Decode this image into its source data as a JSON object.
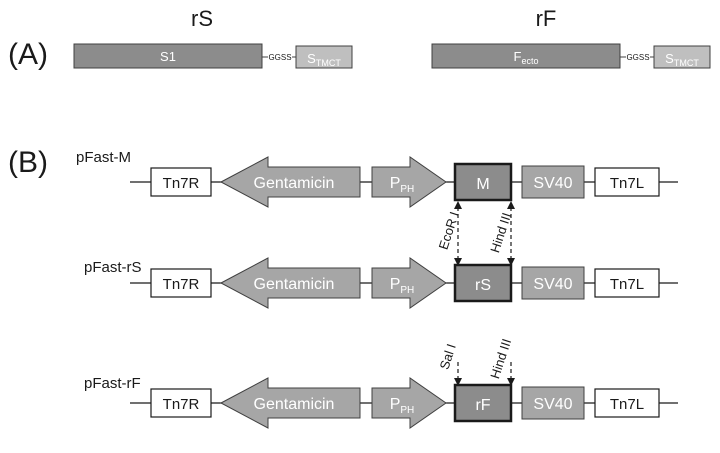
{
  "panel_a": {
    "label": "(A)",
    "rs": {
      "title": "rS",
      "domain_main": "S1",
      "linker": "GGSS",
      "tail_base": "S",
      "tail_sub": "TMCT"
    },
    "rf": {
      "title": "rF",
      "domain_main_base": "F",
      "domain_main_sub": "ecto",
      "linker": "GGSS",
      "tail_base": "S",
      "tail_sub": "TMCT"
    }
  },
  "panel_b": {
    "label": "(B)",
    "constructs": [
      {
        "name": "pFast-M",
        "tn7r": "Tn7R",
        "marker": "Gentamicin",
        "promoter_base": "P",
        "promoter_sub": "PH",
        "insert": "M",
        "polya": "SV40",
        "tn7l": "Tn7L"
      },
      {
        "name": "pFast-rS",
        "tn7r": "Tn7R",
        "marker": "Gentamicin",
        "promoter_base": "P",
        "promoter_sub": "PH",
        "insert": "rS",
        "polya": "SV40",
        "tn7l": "Tn7L"
      },
      {
        "name": "pFast-rF",
        "tn7r": "Tn7R",
        "marker": "Gentamicin",
        "promoter_base": "P",
        "promoter_sub": "PH",
        "insert": "rF",
        "polya": "SV40",
        "tn7l": "Tn7L"
      }
    ],
    "sites_m_to_rs": {
      "left": "EcoR I",
      "right": "Hind III"
    },
    "sites_rf": {
      "left": "Sal I",
      "right": "Hind III"
    }
  },
  "colors": {
    "fill_dark": "#8c8c8c",
    "fill_medium": "#a6a6a6",
    "fill_light": "#bfbfbf",
    "stroke": "#404040",
    "text_dark": "#1a1a1a",
    "text_light": "#ffffff"
  }
}
